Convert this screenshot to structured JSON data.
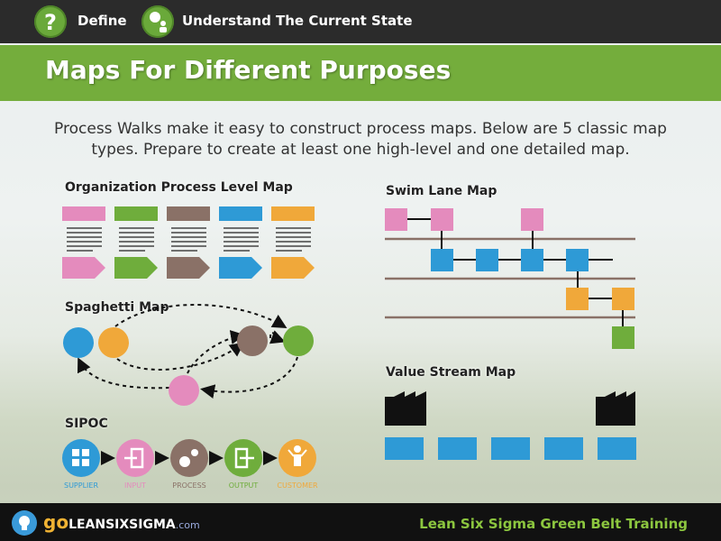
{
  "header": {
    "step1_label": "Define",
    "step2_label": "Understand The Current State"
  },
  "slide": {
    "title": "Maps For Different Purposes",
    "intro": "Process Walks make it easy to construct process maps. Below are 5 classic map types. Prepare to create at least one high-level and one detailed map."
  },
  "maps": {
    "org": "Organization Process Level Map",
    "spaghetti": "Spaghetti Map",
    "sipoc": "SIPOC",
    "swim": "Swim Lane Map",
    "vsm": "Value Stream Map"
  },
  "sipoc_labels": [
    "SUPPLIER",
    "INPUT",
    "PROCESS",
    "OUTPUT",
    "CUSTOMER"
  ],
  "footer": {
    "brand_go": "go",
    "brand_name": "LEANSIXSIGMA",
    "brand_tld": ".com",
    "training": "Lean Six Sigma Green Belt Training"
  },
  "colors": {
    "pink": "#e48bbd",
    "green": "#6fad3c",
    "brown": "#8a7167",
    "blue": "#2e9ad6",
    "orange": "#f0a83a"
  }
}
